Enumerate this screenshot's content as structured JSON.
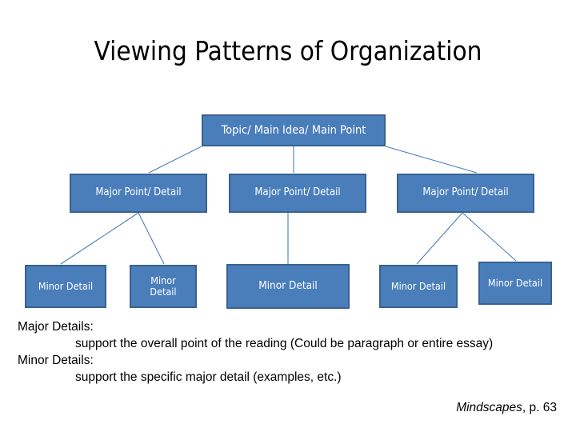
{
  "slide": {
    "title": "Viewing Patterns of Organization",
    "background_color": "#ffffff",
    "box_fill_color": "#4a7ebb",
    "box_border_color": "#38618f",
    "box_text_color": "#ffffff",
    "connector_color": "#4a7ebb"
  },
  "diagram": {
    "type": "hierarchy-tree",
    "topic": {
      "label": "Topic/ Main Idea/ Main Point"
    },
    "major_points": [
      {
        "label": "Major Point/ Detail"
      },
      {
        "label": "Major Point/ Detail"
      },
      {
        "label": "Major Point/ Detail"
      }
    ],
    "minor_details": [
      {
        "label": "Minor Detail"
      },
      {
        "label": "Minor Detail"
      },
      {
        "label": "Minor Detail"
      },
      {
        "label": "Minor Detail"
      },
      {
        "label": "Minor Detail"
      }
    ]
  },
  "legend": {
    "major_heading": "Major Details:",
    "major_text": "support the overall point of the reading (Could be paragraph or entire essay)",
    "minor_heading": "Minor Details:",
    "minor_text": "support the specific major detail (examples, etc.)"
  },
  "citation": {
    "source": "Mindscapes",
    "page": ", p. 63"
  }
}
